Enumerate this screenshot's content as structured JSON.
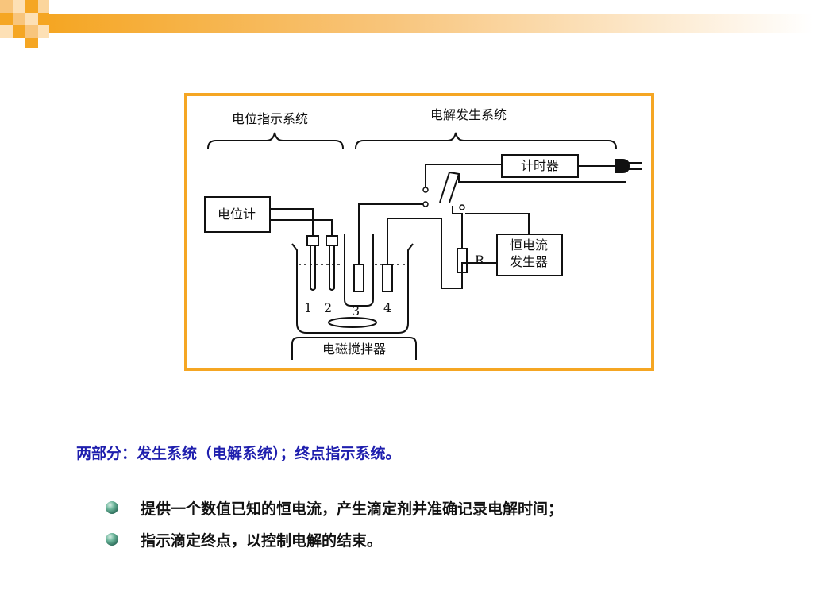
{
  "colors": {
    "accent_orange": "#f5a623",
    "heading_blue": "#1f1fae",
    "bullet_green": "#3c8a70"
  },
  "diagram": {
    "group_left": "电位指示系统",
    "group_right": "电解发生系统",
    "potentiometer": "电位计",
    "timer": "计时器",
    "constant_current_line1": "恒电流",
    "constant_current_line2": "发生器",
    "resistor": "R",
    "stirrer": "电磁搅拌器",
    "electrodes": [
      "1",
      "2",
      "3",
      "4"
    ],
    "plug_icon": "power-plug-icon"
  },
  "summary": "两部分：发生系统（电解系统）；终点指示系统。",
  "bullets": [
    {
      "text": "提供一个数值已知的恒电流，产生滴定剂并准确记录电解时间；",
      "icon": "green-sphere-bullet-icon"
    },
    {
      "text": "指示滴定终点，以控制电解的结束。",
      "icon": "green-sphere-bullet-icon"
    }
  ]
}
